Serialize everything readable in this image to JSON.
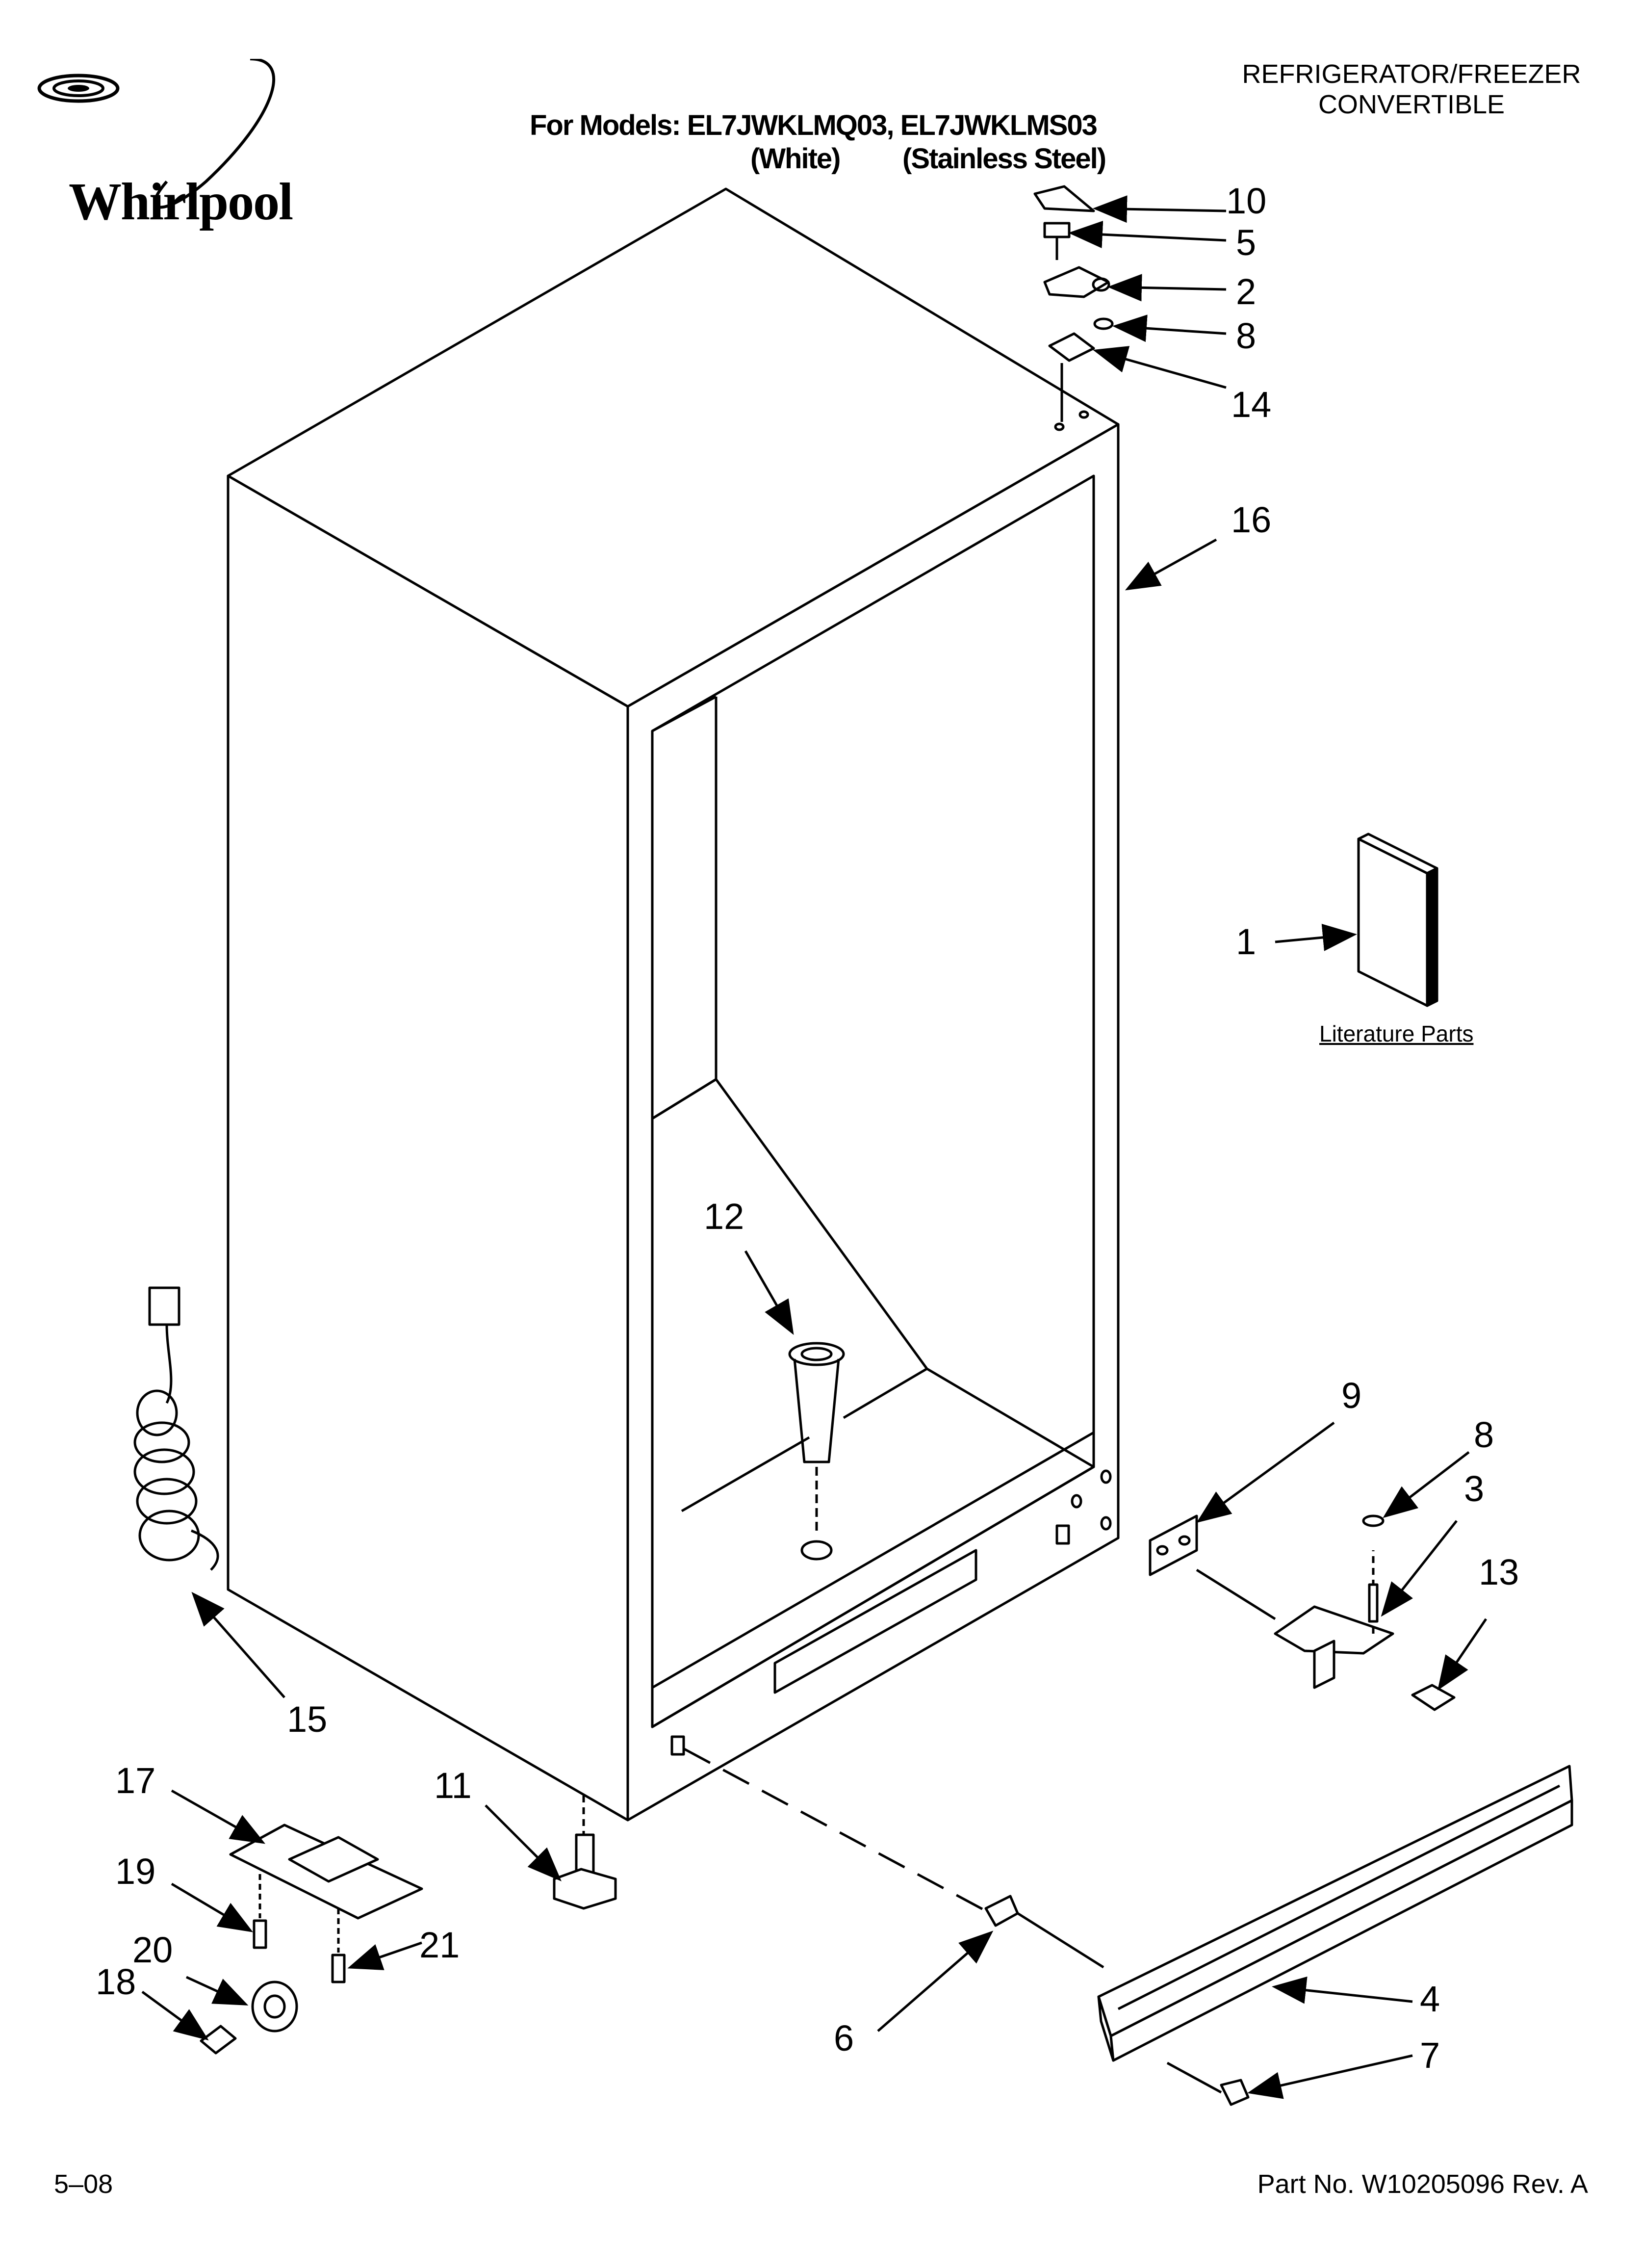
{
  "brand": {
    "name": "Whirlpool"
  },
  "header": {
    "doc_type_line1": "REFRIGERATOR/FREEZER",
    "doc_type_line2": "CONVERTIBLE",
    "models_line": "For Models: EL7JWKLMQ03, EL7JWKLMS03",
    "model_variant_1": "(White)",
    "model_variant_2": "(Stainless Steel)"
  },
  "literature": {
    "label": "Literature Parts"
  },
  "callouts": [
    {
      "id": "c1",
      "num": "1"
    },
    {
      "id": "c2",
      "num": "2"
    },
    {
      "id": "c3",
      "num": "3"
    },
    {
      "id": "c4",
      "num": "4"
    },
    {
      "id": "c5",
      "num": "5"
    },
    {
      "id": "c6",
      "num": "6"
    },
    {
      "id": "c7",
      "num": "7"
    },
    {
      "id": "c8a",
      "num": "8"
    },
    {
      "id": "c8b",
      "num": "8"
    },
    {
      "id": "c9",
      "num": "9"
    },
    {
      "id": "c10",
      "num": "10"
    },
    {
      "id": "c11",
      "num": "11"
    },
    {
      "id": "c12",
      "num": "12"
    },
    {
      "id": "c13",
      "num": "13"
    },
    {
      "id": "c14",
      "num": "14"
    },
    {
      "id": "c15",
      "num": "15"
    },
    {
      "id": "c16",
      "num": "16"
    },
    {
      "id": "c17",
      "num": "17"
    },
    {
      "id": "c18",
      "num": "18"
    },
    {
      "id": "c19",
      "num": "19"
    },
    {
      "id": "c20",
      "num": "20"
    },
    {
      "id": "c21",
      "num": "21"
    }
  ],
  "footer": {
    "date": "5–08",
    "part_number": "Part No. W10205096 Rev. A"
  }
}
